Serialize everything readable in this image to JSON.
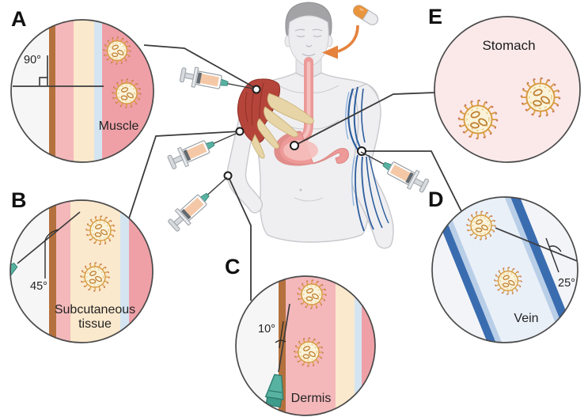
{
  "panels": {
    "A": {
      "letter": "A",
      "tissue_label": "Muscle",
      "injection_angle": "90°"
    },
    "B": {
      "letter": "B",
      "tissue_label_line1": "Subcutaneous",
      "tissue_label_line2": "tissue",
      "injection_angle": "45°"
    },
    "C": {
      "letter": "C",
      "tissue_label": "Dermis",
      "injection_angle": "10°"
    },
    "D": {
      "letter": "D",
      "tissue_label": "Vein",
      "injection_angle": "25°"
    },
    "E": {
      "letter": "E",
      "tissue_label": "Stomach"
    }
  },
  "icons": {
    "syringe": "syringe-icon",
    "needle_hub": "needle-hub-icon",
    "virus": "virus-particle-icon",
    "capsule": "capsule-pill-icon",
    "oral_arrow": "oral-route-arrow-icon",
    "body": "human-torso-figure"
  },
  "colors": {
    "skin_surface_brown": "#b5713d",
    "dermis_pink": "#f4b8bb",
    "subcutaneous_cream": "#fbe9cd",
    "fascia_blue": "#d4e5f1",
    "muscle_pink": "#efa0a7",
    "vein_dark_blue": "#3a6cb0",
    "vein_light_blue": "#b9cfe8",
    "vein_lumen": "#eaf0f8",
    "stomach_circle_pink": "#fbe9ea",
    "virus_orange": "#d79a3f",
    "virus_body": "#faf3da",
    "syringe_hub_teal": "#58b2a2",
    "syringe_liquid_peach": "#f4c8a6",
    "capsule_orange": "#e8953e",
    "arrow_orange": "#e5823c",
    "deltoid_red": "#b5453b",
    "tendon_beige": "#e7d5a7",
    "connector_line": "#3a3a3a"
  }
}
